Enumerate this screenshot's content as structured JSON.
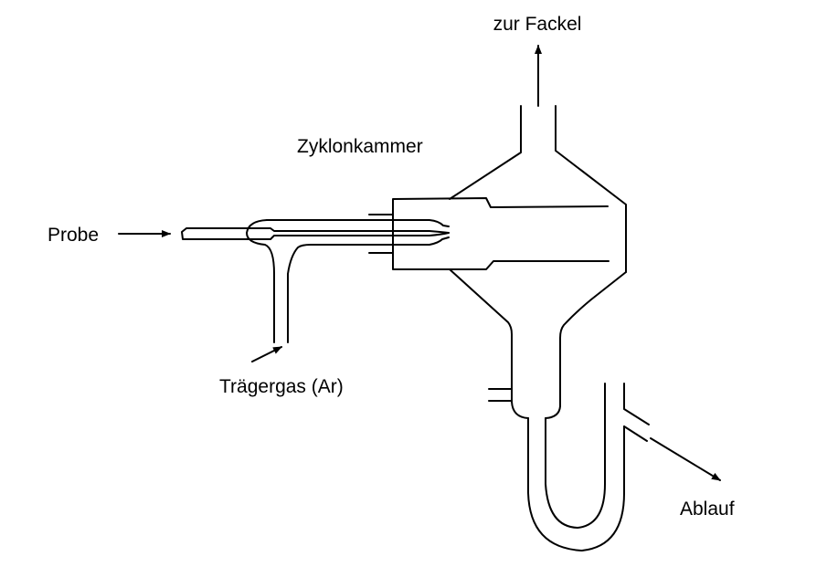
{
  "labels": {
    "top_outlet": "zur Fackel",
    "chamber": "Zyklonkammer",
    "sample": "Probe",
    "carrier_gas": "Trägergas (Ar)",
    "drain": "Ablauf"
  }
}
